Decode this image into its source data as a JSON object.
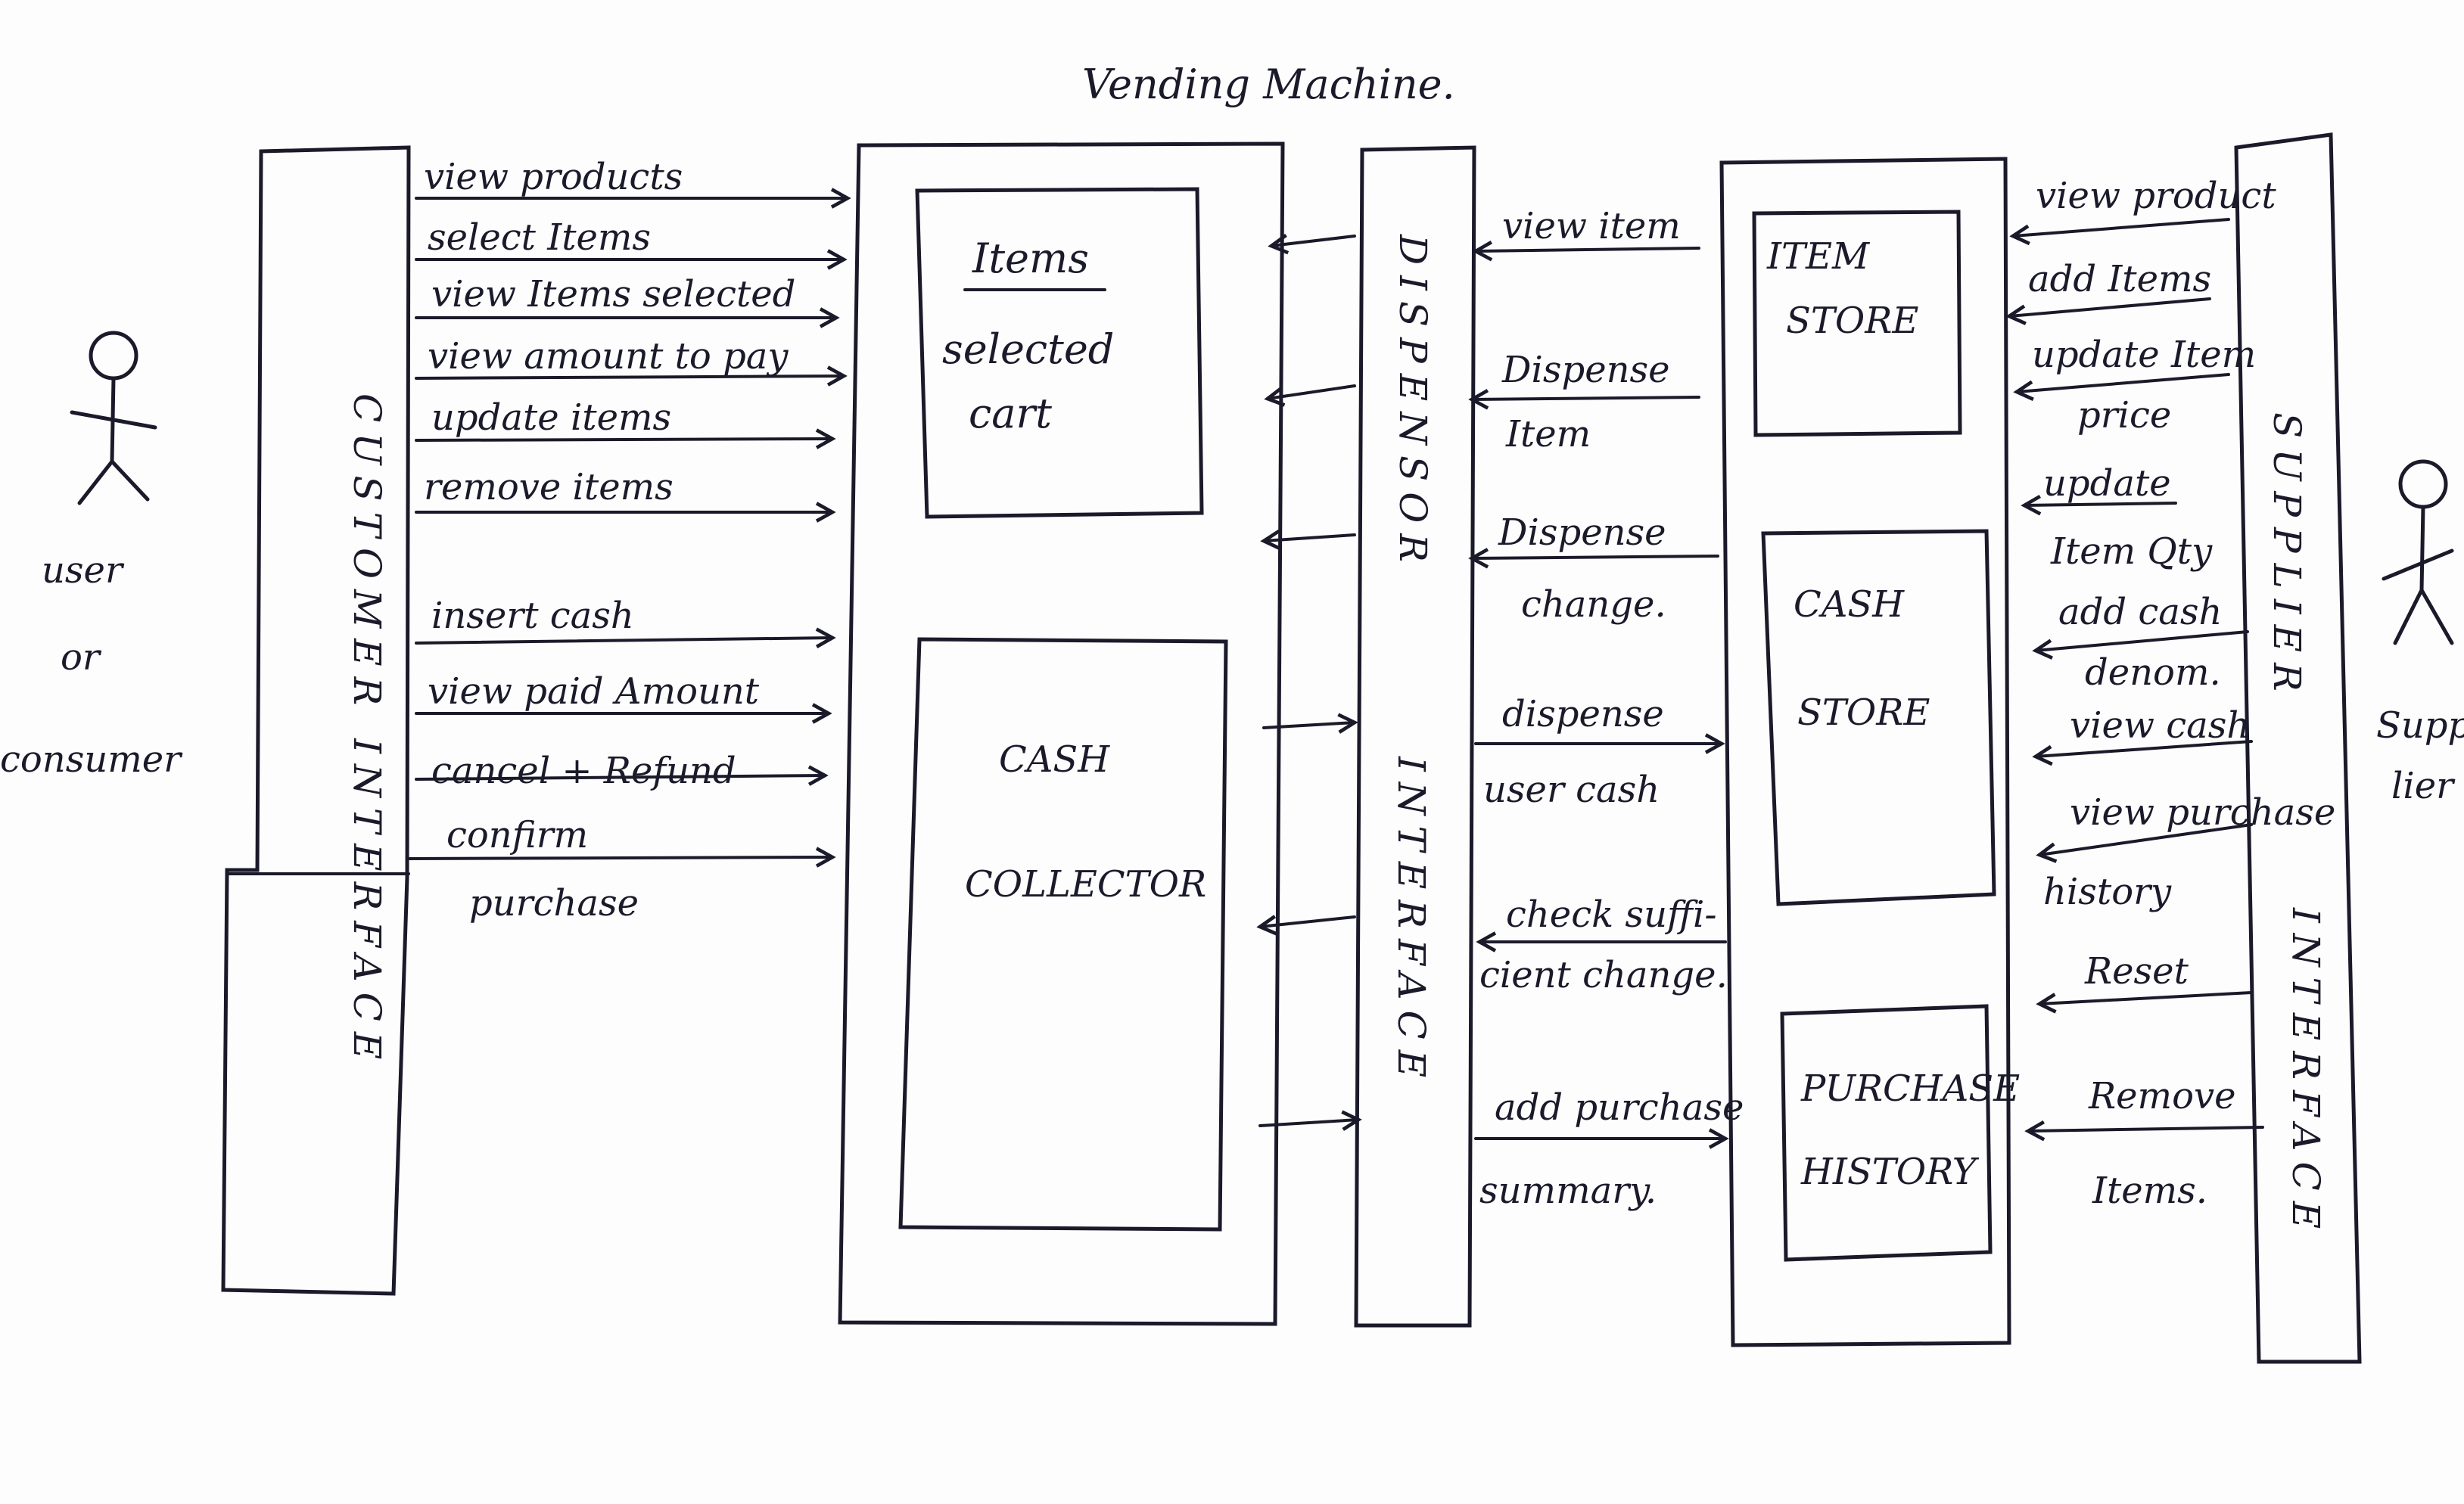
{
  "title": "Vending Machine.",
  "actors": {
    "user": [
      "user",
      "or",
      "consumer"
    ],
    "supplier": [
      "Supp",
      "lier"
    ]
  },
  "interfaces": {
    "customer": "CUSTOMER INTERFACE",
    "dispensor_top": "DISPENSOR",
    "dispensor_bottom": "INTERFACE",
    "supplier_top": "SUPPLIER",
    "supplier_bottom": "INTERFACE"
  },
  "customer_actions": {
    "view_products": "view products",
    "select_items": "select Items",
    "view_items_selected": "view Items selected",
    "view_amount": "view amount to pay",
    "update_items": "update items",
    "remove_items": "remove items",
    "insert_cash": "insert cash",
    "view_paid": "view paid Amount",
    "cancel_refund": "cancel + Refund",
    "confirm": "confirm",
    "purchase": "purchase"
  },
  "core": {
    "items_title": "Items",
    "items_selected": "selected",
    "items_cart": "cart",
    "cash_line1": "CASH",
    "cash_line2": "COLLECTOR"
  },
  "dispensor_actions": {
    "view_item": "view item",
    "dispense": "Dispense",
    "item": "Item",
    "dispense2": "Dispense",
    "change": "change.",
    "dispense3": "dispense",
    "user_cash": "user cash",
    "check_suffi": "check suffi-",
    "cient_change": "cient change.",
    "add_purchase": "add purchase",
    "summary": "summary."
  },
  "stores": {
    "item_line1": "ITEM",
    "item_line2": "STORE",
    "cash_line1": "CASH",
    "cash_line2": "STORE",
    "purchase_line1": "PURCHASE",
    "purchase_line2": "HISTORY"
  },
  "supplier_actions": {
    "view_product": "view product",
    "add_items": "add Items",
    "update_item": "update Item",
    "price": "price",
    "update": "update",
    "item_qty": "Item Qty",
    "add_cash": "add cash",
    "denom": "denom.",
    "view_cash": "view cash",
    "view_purchase": "view purchase",
    "history": "history",
    "reset": "Reset",
    "remove": "Remove",
    "items": "Items."
  }
}
